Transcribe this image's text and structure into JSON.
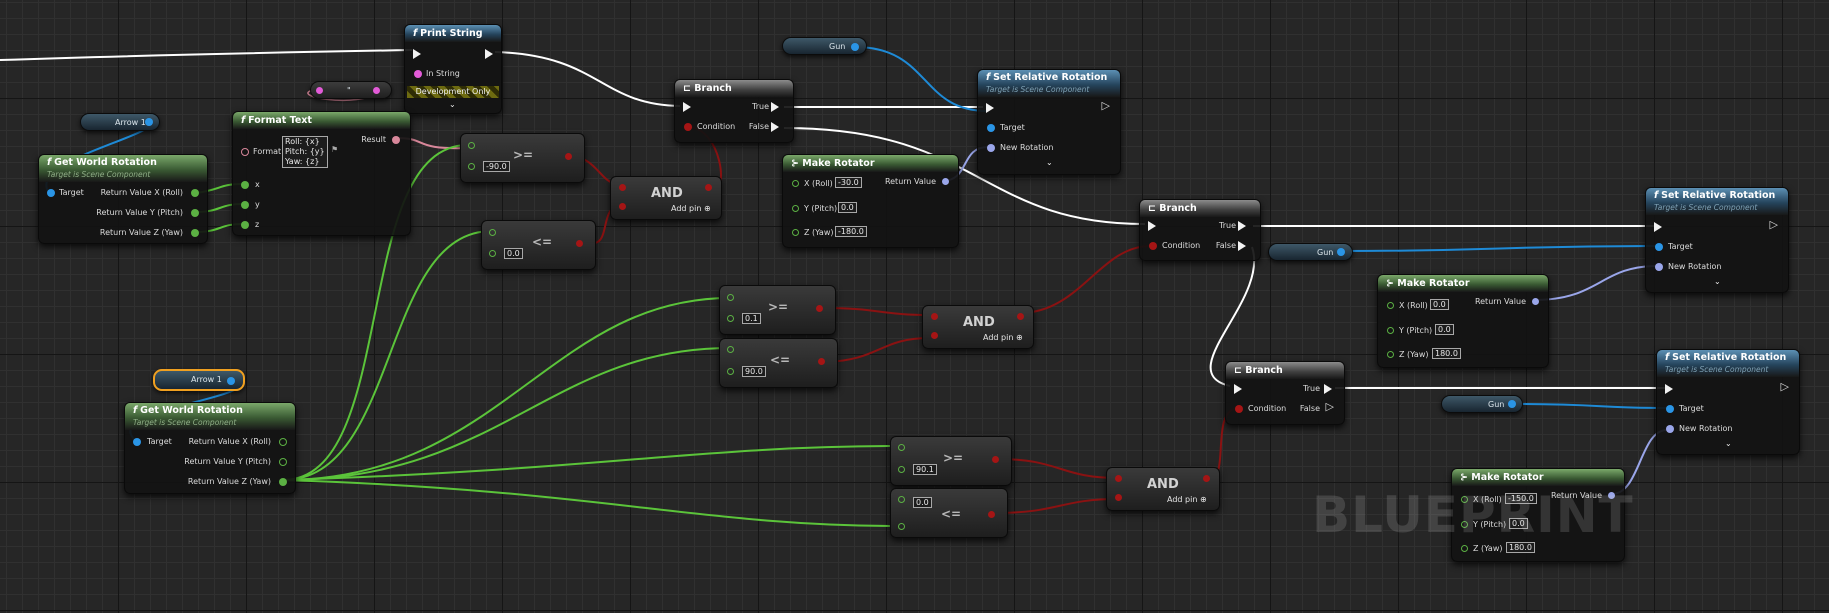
{
  "editor": {
    "watermark": "BLUEPRINT"
  },
  "colors": {
    "exec_wire": "#ffffff",
    "float_wire": "#5bc43a",
    "bool_wire": "#8a1212",
    "object_wire": "#1e8ad6",
    "rotator_wire": "#9aa6ea",
    "string_wire": "#e35bd8",
    "text_wire": "#d8879a"
  },
  "print_string": {
    "title": "Print String",
    "in_string": "In String",
    "dev_only": "Development Only"
  },
  "string_literal": {
    "value": "\""
  },
  "arrow1_var_a": {
    "label": "Arrow 1"
  },
  "arrow1_var_b": {
    "label": "Arrow 1"
  },
  "gun_var_1": {
    "label": "Gun"
  },
  "gun_var_2": {
    "label": "Gun"
  },
  "gun_var_3": {
    "label": "Gun"
  },
  "get_world_rotation_a": {
    "title": "Get World Rotation",
    "subtitle": "Target is Scene Component",
    "target": "Target",
    "x": "Return Value X (Roll)",
    "y": "Return Value Y (Pitch)",
    "z": "Return Value Z (Yaw)"
  },
  "get_world_rotation_b": {
    "title": "Get World Rotation",
    "subtitle": "Target is Scene Component",
    "target": "Target",
    "x": "Return Value X (Roll)",
    "y": "Return Value Y (Pitch)",
    "z": "Return Value Z (Yaw)"
  },
  "format_text": {
    "title": "Format Text",
    "format": "Format",
    "format_value_1": "Roll: {x}",
    "format_value_2": "Pitch: {y}",
    "format_value_3": "Yaw: {z}",
    "result": "Result",
    "x": "x",
    "y": "y",
    "z": "z"
  },
  "branch_1": {
    "title": "Branch",
    "true": "True",
    "false": "False",
    "condition": "Condition"
  },
  "branch_2": {
    "title": "Branch",
    "true": "True",
    "false": "False",
    "condition": "Condition"
  },
  "branch_3": {
    "title": "Branch",
    "true": "True",
    "false": "False",
    "condition": "Condition"
  },
  "set_rel_rot_1": {
    "title": "Set Relative Rotation",
    "subtitle": "Target is Scene Component",
    "target": "Target",
    "new_rotation": "New Rotation"
  },
  "set_rel_rot_2": {
    "title": "Set Relative Rotation",
    "subtitle": "Target is Scene Component",
    "target": "Target",
    "new_rotation": "New Rotation"
  },
  "set_rel_rot_3": {
    "title": "Set Relative Rotation",
    "subtitle": "Target is Scene Component",
    "target": "Target",
    "new_rotation": "New Rotation"
  },
  "make_rotator_1": {
    "title": "Make Rotator",
    "x_label": "X (Roll)",
    "y_label": "Y (Pitch)",
    "z_label": "Z (Yaw)",
    "x": "-30.0",
    "y": "0.0",
    "z": "-180.0",
    "ret": "Return Value"
  },
  "make_rotator_2": {
    "title": "Make Rotator",
    "x_label": "X (Roll)",
    "y_label": "Y (Pitch)",
    "z_label": "Z (Yaw)",
    "x": "0.0",
    "y": "0.0",
    "z": "180.0",
    "ret": "Return Value"
  },
  "make_rotator_3": {
    "title": "Make Rotator",
    "x_label": "X (Roll)",
    "y_label": "Y (Pitch)",
    "z_label": "Z (Yaw)",
    "x": "-150.0",
    "y": "0.0",
    "z": "180.0",
    "ret": "Return Value"
  },
  "cmp_ge_1": {
    "op": ">=",
    "value": "-90.0"
  },
  "cmp_le_1": {
    "op": "<=",
    "value": "0.0"
  },
  "cmp_ge_2": {
    "op": ">=",
    "value": "0.1"
  },
  "cmp_le_2": {
    "op": "<=",
    "value": "90.0"
  },
  "cmp_ge_3": {
    "op": ">=",
    "value": "90.1"
  },
  "cmp_le_3": {
    "op": "<=",
    "value": "0.0"
  },
  "and_1": {
    "label": "AND",
    "add_pin": "Add pin"
  },
  "and_2": {
    "label": "AND",
    "add_pin": "Add pin"
  },
  "and_3": {
    "label": "AND",
    "add_pin": "Add pin"
  }
}
